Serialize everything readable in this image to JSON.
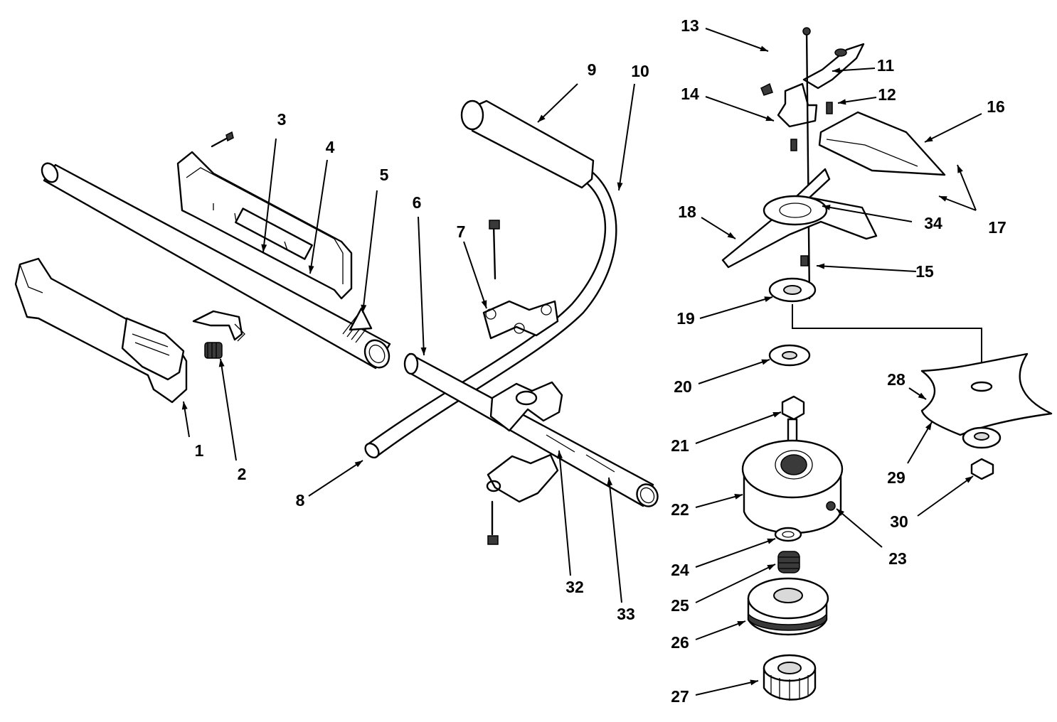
{
  "callouts": [
    {
      "id": "1",
      "label": "1"
    },
    {
      "id": "2",
      "label": "2"
    },
    {
      "id": "3",
      "label": "3"
    },
    {
      "id": "4",
      "label": "4"
    },
    {
      "id": "5",
      "label": "5"
    },
    {
      "id": "6",
      "label": "6"
    },
    {
      "id": "7",
      "label": "7"
    },
    {
      "id": "8",
      "label": "8"
    },
    {
      "id": "9",
      "label": "9"
    },
    {
      "id": "10",
      "label": "10"
    },
    {
      "id": "11",
      "label": "11"
    },
    {
      "id": "12",
      "label": "12"
    },
    {
      "id": "13",
      "label": "13"
    },
    {
      "id": "14",
      "label": "14"
    },
    {
      "id": "15",
      "label": "15"
    },
    {
      "id": "16",
      "label": "16"
    },
    {
      "id": "17",
      "label": "17"
    },
    {
      "id": "18",
      "label": "18"
    },
    {
      "id": "19",
      "label": "19"
    },
    {
      "id": "20",
      "label": "20"
    },
    {
      "id": "21",
      "label": "21"
    },
    {
      "id": "22",
      "label": "22"
    },
    {
      "id": "23",
      "label": "23"
    },
    {
      "id": "24",
      "label": "24"
    },
    {
      "id": "25",
      "label": "25"
    },
    {
      "id": "26",
      "label": "26"
    },
    {
      "id": "27",
      "label": "27"
    },
    {
      "id": "28",
      "label": "28"
    },
    {
      "id": "29",
      "label": "29"
    },
    {
      "id": "30",
      "label": "30"
    },
    {
      "id": "32",
      "label": "32"
    },
    {
      "id": "33",
      "label": "33"
    },
    {
      "id": "34",
      "label": "34"
    }
  ]
}
